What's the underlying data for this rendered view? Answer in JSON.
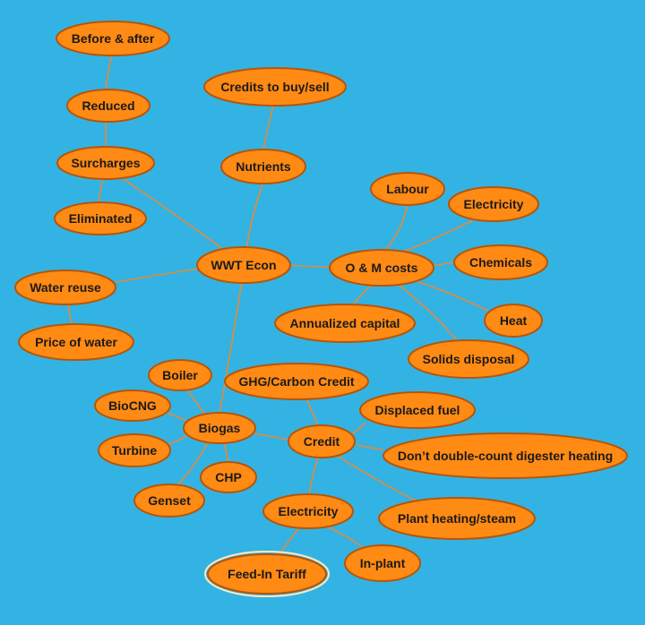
{
  "colors": {
    "background": "#33b3e3",
    "node_fill": "#ff8a14",
    "node_stroke": "#b4560a",
    "connector": "#e8883a",
    "highlight_ring": "#ffe9c2"
  },
  "nodes": {
    "wwt_econ": "WWT Econ",
    "surcharges": "Surcharges",
    "reduced": "Reduced",
    "before_after": "Before & after",
    "eliminated": "Eliminated",
    "nutrients": "Nutrients",
    "credits_buy_sell": "Credits to buy/sell",
    "om_costs": "O & M costs",
    "labour": "Labour",
    "electricity_om": "Electricity",
    "chemicals": "Chemicals",
    "heat": "Heat",
    "solids_disposal": "Solids disposal",
    "annualized_capital": "Annualized capital",
    "water_reuse": "Water reuse",
    "price_of_water": "Price of water",
    "biogas": "Biogas",
    "boiler": "Boiler",
    "biocng": "BioCNG",
    "turbine": "Turbine",
    "genset": "Genset",
    "chp": "CHP",
    "credit": "Credit",
    "ghg_credit": "GHG/Carbon Credit",
    "displaced_fuel": "Displaced fuel",
    "dont_double_count": "Don’t double-count digester heating",
    "plant_heating": "Plant heating/steam",
    "electricity_credit": "Electricity",
    "feed_in_tariff": "Feed-In Tariff",
    "in_plant": "In-plant"
  }
}
